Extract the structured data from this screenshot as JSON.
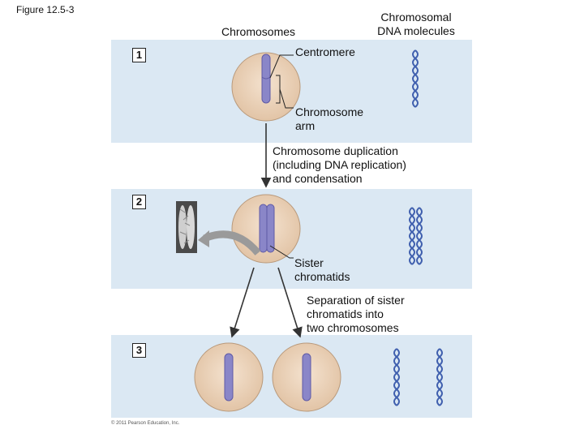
{
  "figure_label": "Figure 12.5-3",
  "headers": {
    "chromosomes": "Chromosomes",
    "dna_line1": "Chromosomal",
    "dna_line2": "DNA molecules"
  },
  "steps": [
    "1",
    "2",
    "3"
  ],
  "labels": {
    "centromere": "Centromere",
    "arm_line1": "Chromosome",
    "arm_line2": "arm",
    "dup_line1": "Chromosome duplication",
    "dup_line2": "(including DNA replication)",
    "dup_line3": "and condensation",
    "sister_line1": "Sister",
    "sister_line2": "chromatids",
    "sep_line1": "Separation of sister",
    "sep_line2": "chromatids into",
    "sep_line3": "two chromosomes"
  },
  "copyright": "© 2011 Pearson Education, Inc.",
  "colors": {
    "panel": "#dbe8f3",
    "cell": "#ecd3b9",
    "chromosome": "#8a86c8",
    "dna": "#3f5fae",
    "arrow": "#333333"
  }
}
